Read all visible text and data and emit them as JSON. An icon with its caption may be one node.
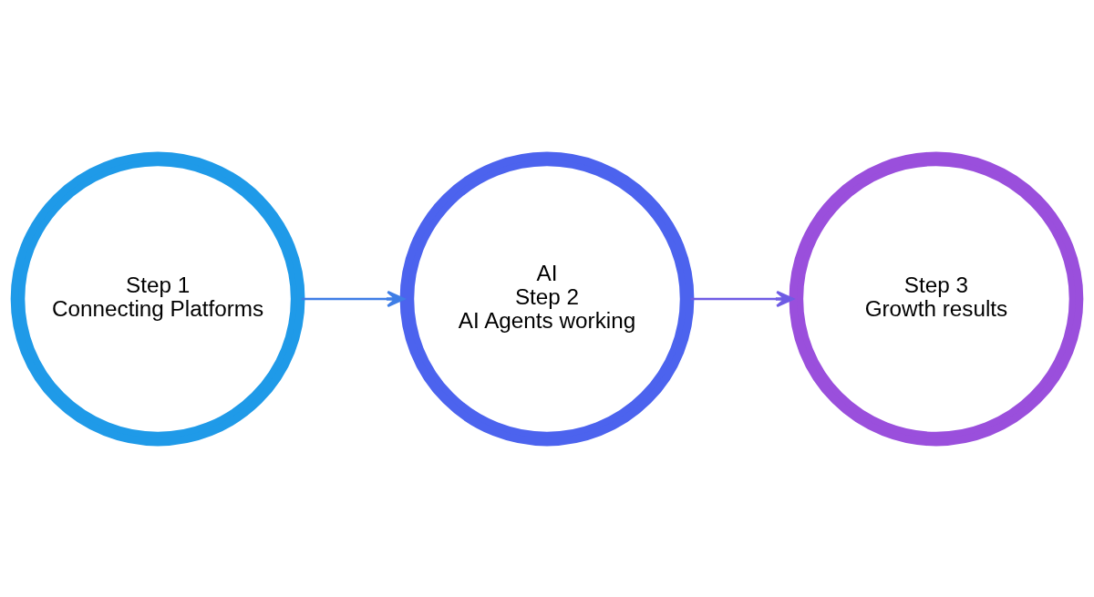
{
  "diagram": {
    "nodes": [
      {
        "text": [
          "Step 1",
          "Connecting Platforms"
        ]
      },
      {
        "text": [
          "AI",
          "Step 2",
          "AI Agents working"
        ]
      },
      {
        "text": [
          "Step 3",
          "Growth results"
        ]
      }
    ],
    "edges": [
      {
        "from": 0,
        "to": 1,
        "arrow": "to"
      },
      {
        "from": 1,
        "to": 2,
        "arrow": "to"
      }
    ]
  }
}
